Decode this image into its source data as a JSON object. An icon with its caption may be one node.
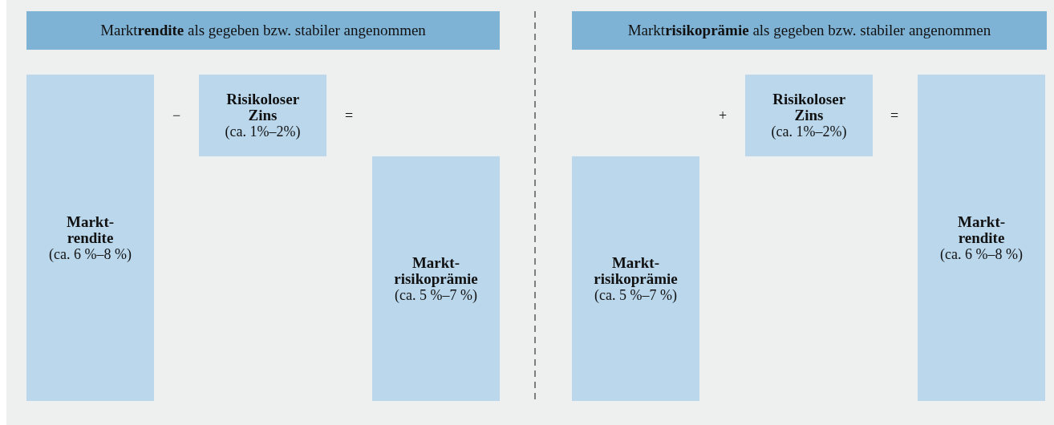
{
  "diagram": {
    "nodes": [
      {
        "text": [
          "Markt**rendite** als gegeben bzw. stabiler angenommen"
        ]
      },
      {
        "text": [
          "Markt- rendite",
          "(ca. 6 %–8 %)"
        ]
      },
      {
        "text": [
          "Risikoloser Zins",
          "(ca. 1%–2%)"
        ]
      },
      {
        "text": [
          "Markt- risikoprämie",
          "(ca. 5 %–7 %)"
        ]
      },
      {
        "text": [
          "Markt**risikoprämie** als gegeben bzw. stabiler angenommen"
        ]
      },
      {
        "text": [
          "Markt- risikoprämie",
          "(ca. 5 %–7 %)"
        ]
      },
      {
        "text": [
          "Risikoloser Zins",
          "(ca. 1%–2%)"
        ]
      },
      {
        "text": [
          "Markt- rendite",
          "(ca. 6 %–8 %)"
        ]
      }
    ],
    "labels": [
      "−",
      "=",
      "+",
      "="
    ]
  }
}
